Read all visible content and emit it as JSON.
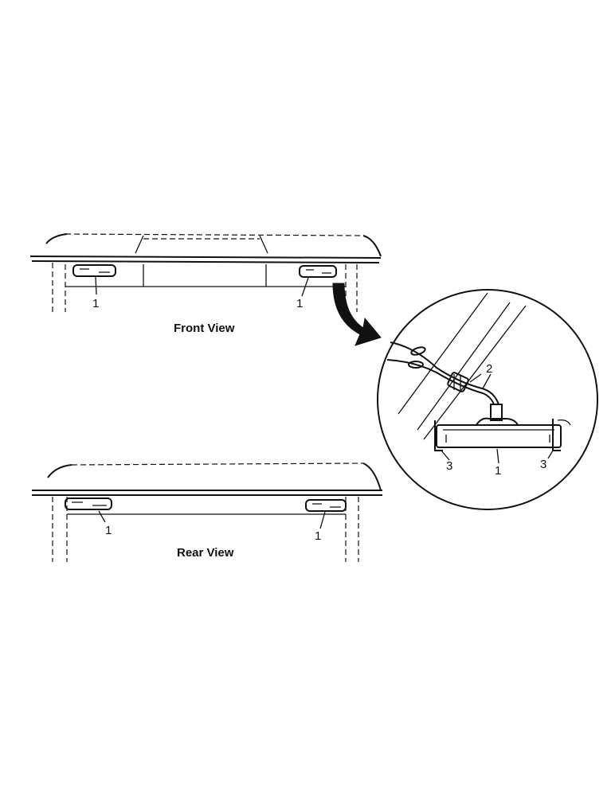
{
  "views": {
    "front": {
      "title": "Front View",
      "callout_left": "1",
      "callout_right": "1"
    },
    "rear": {
      "title": "Rear View",
      "callout_left": "1",
      "callout_right": "1"
    }
  },
  "detail": {
    "callout_connector": "2",
    "callout_lamp": "1",
    "callout_clip_left": "3",
    "callout_clip_right": "3"
  },
  "colors": {
    "ink": "#111111",
    "paper": "#ffffff"
  }
}
